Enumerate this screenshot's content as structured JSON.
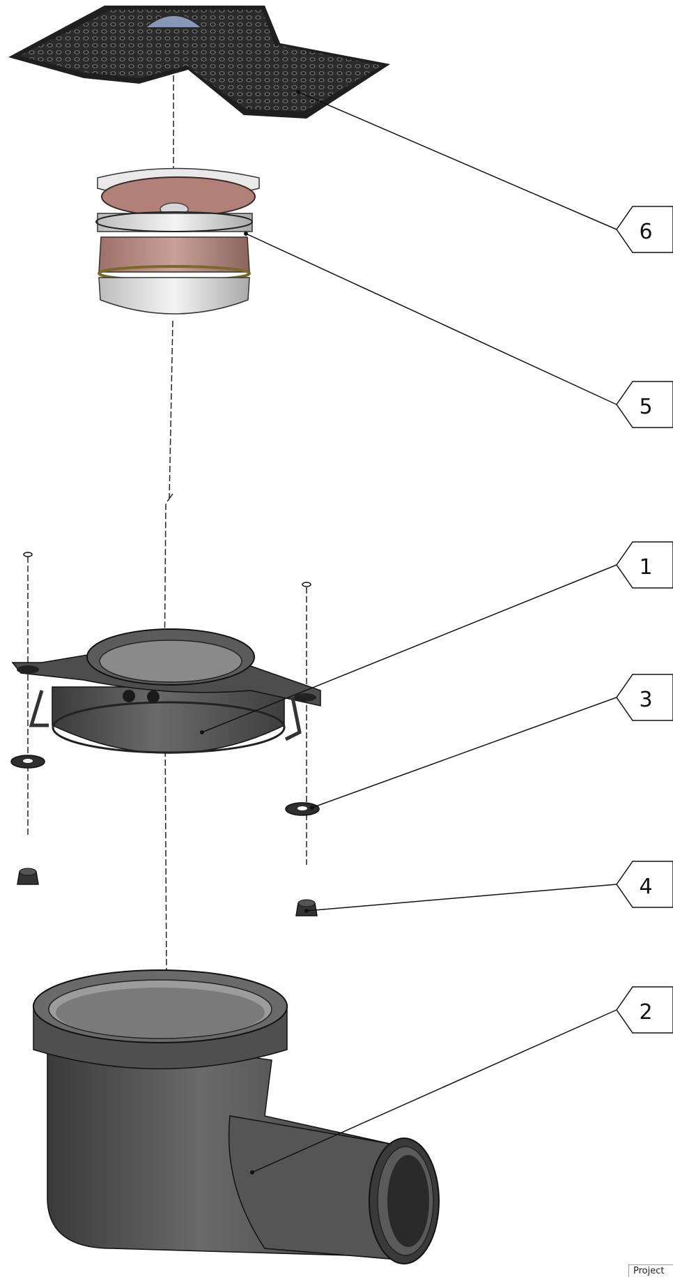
{
  "drawing": {
    "balloons": [
      {
        "id": "6",
        "label": "6"
      },
      {
        "id": "5",
        "label": "5"
      },
      {
        "id": "1",
        "label": "1"
      },
      {
        "id": "3",
        "label": "3"
      },
      {
        "id": "4",
        "label": "4"
      },
      {
        "id": "2",
        "label": "2"
      }
    ],
    "footer_note": "Project"
  },
  "colors": {
    "part_dark": "#4a4a4a",
    "part_mid": "#5e5e5e",
    "part_light": "#7a7a7a",
    "grate": "#2e2e2e",
    "copper": "#b98f86",
    "steel": "#dedede",
    "leader": "#111111"
  }
}
